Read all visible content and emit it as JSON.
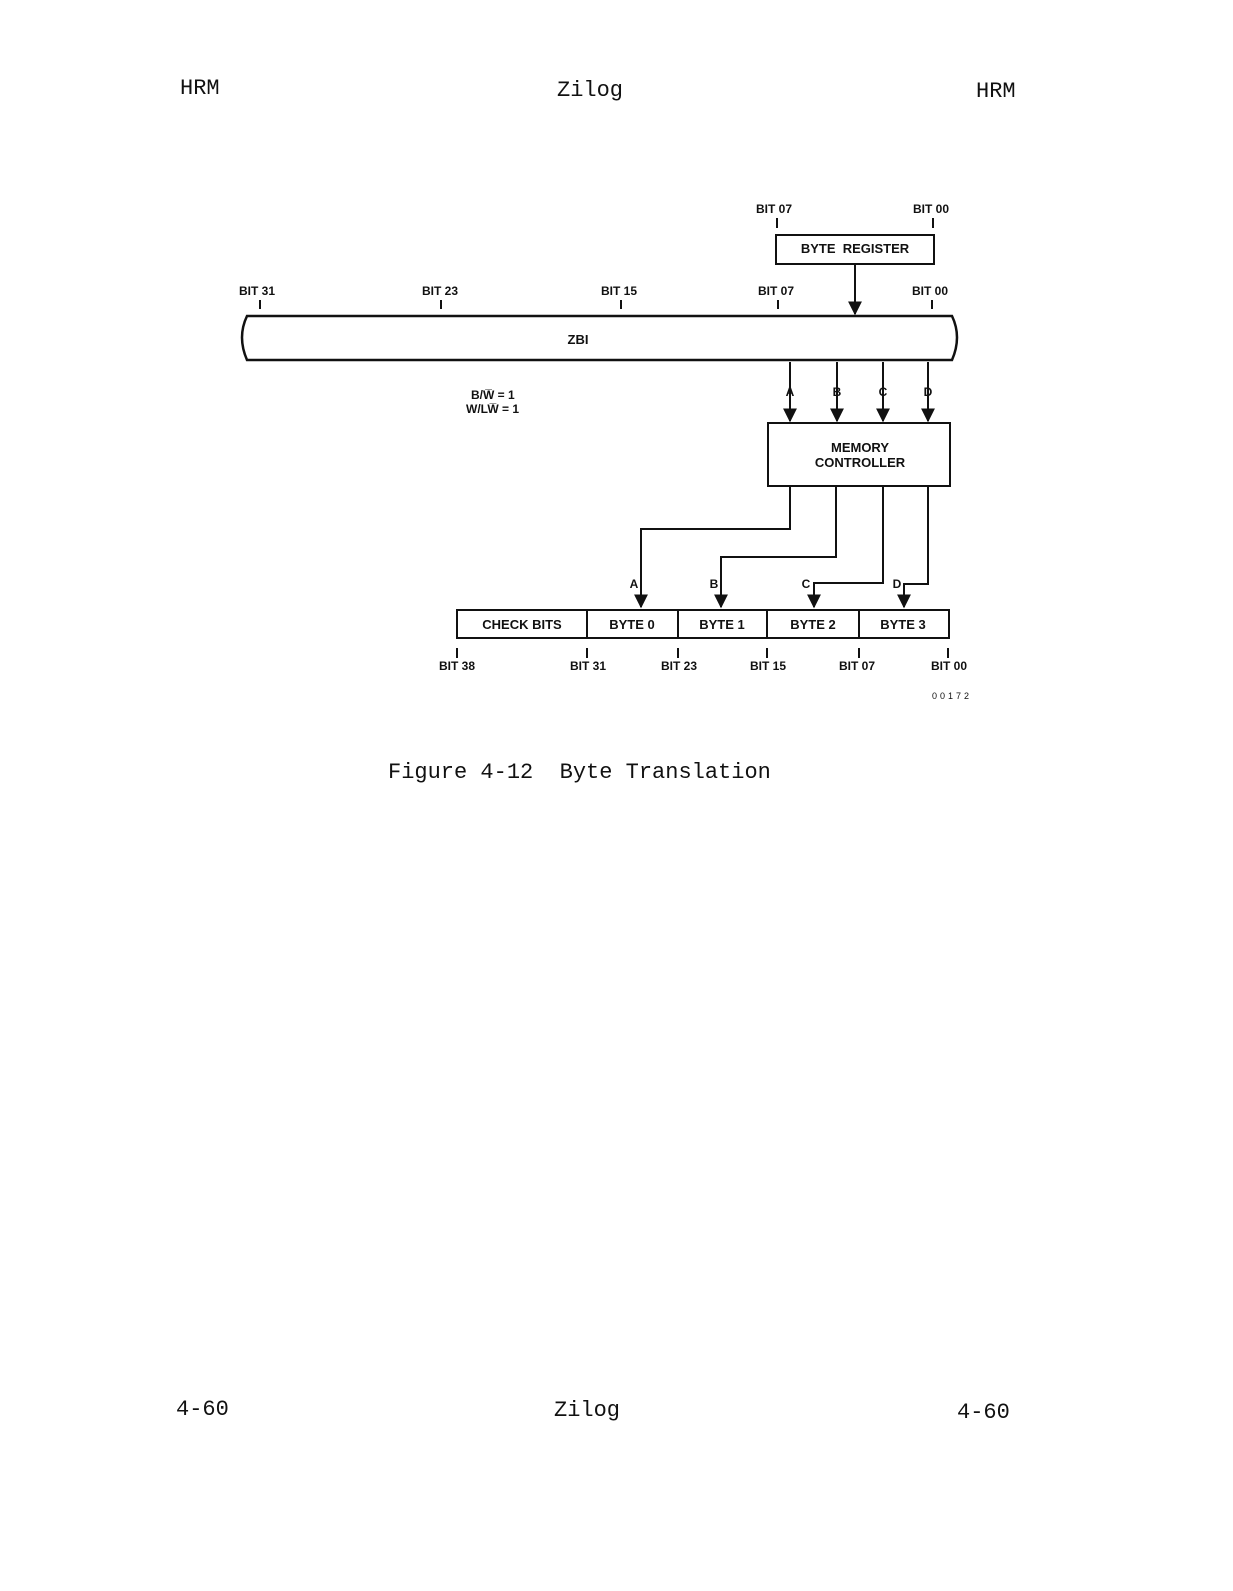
{
  "header": {
    "left": "HRM",
    "center": "Zilog",
    "right": "HRM"
  },
  "footer": {
    "left": "4-60",
    "center": "Zilog",
    "right": "4-60"
  },
  "figure": {
    "caption": "Figure 4-12  Byte Translation",
    "figure_id": "00172",
    "byte_register": {
      "label": "BYTE  REGISTER",
      "bit_high": "BIT 07",
      "bit_low": "BIT 00"
    },
    "zbi": {
      "label": "ZBI",
      "bits": [
        "BIT 31",
        "BIT 23",
        "BIT 15",
        "BIT 07",
        "BIT 00"
      ]
    },
    "mode": {
      "line1": "B/W̅ = 1",
      "line2": "W/LW̅ = 1"
    },
    "controller": {
      "line1": "MEMORY",
      "line2": "CONTROLLER"
    },
    "lanes": [
      "A",
      "B",
      "C",
      "D"
    ],
    "storage": {
      "cells": [
        "CHECK BITS",
        "BYTE 0",
        "BYTE 1",
        "BYTE 2",
        "BYTE 3"
      ],
      "bits": [
        "BIT 38",
        "BIT 31",
        "BIT 23",
        "BIT 15",
        "BIT 07",
        "BIT 00"
      ]
    }
  }
}
